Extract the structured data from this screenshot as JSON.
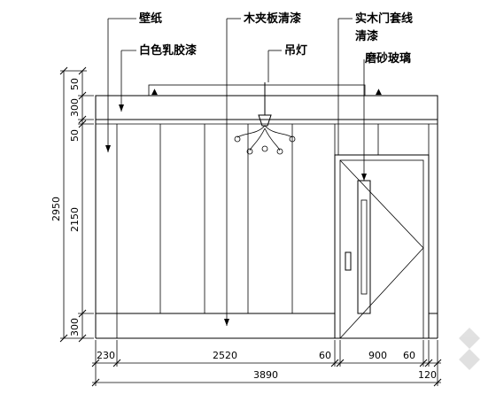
{
  "labels": {
    "wallpaper": "壁纸",
    "white_latex_paint": "白色乳胶漆",
    "plywood_clear_lacquer": "木夹板清漆",
    "chandelier": "吊灯",
    "solid_wood_door_trim_line1": "实木门套线",
    "solid_wood_door_trim_line2": "清漆",
    "frosted_glass": "磨砂玻璃"
  },
  "dimensions": {
    "left": {
      "top_50": "50",
      "top_300": "300",
      "mid_50": "50",
      "height_2150": "2150",
      "bottom_300": "300",
      "total_2950": "2950"
    },
    "bottom": {
      "d230": "230",
      "d2520": "2520",
      "d60a": "60",
      "d900": "900",
      "d60b": "60",
      "d120": "120",
      "total_3890": "3890"
    }
  }
}
